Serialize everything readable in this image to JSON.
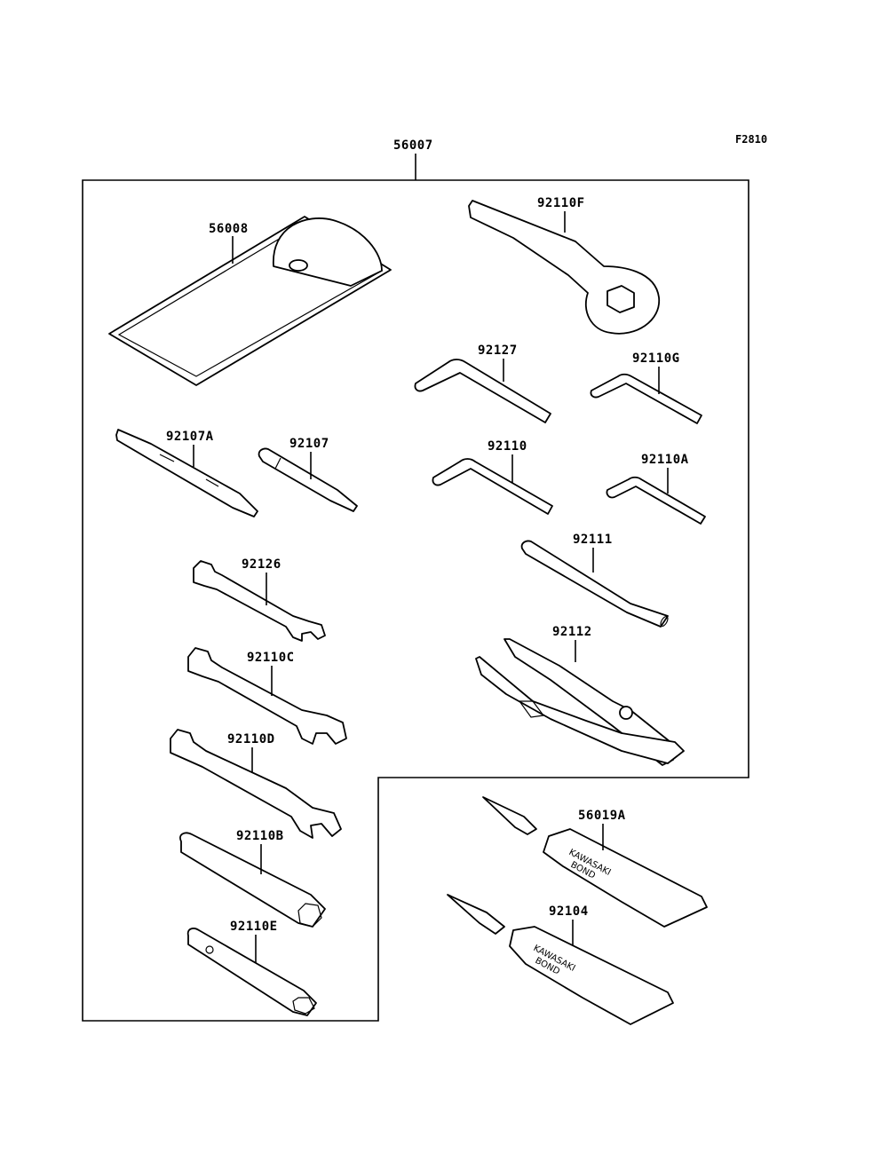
{
  "diagram_code": "F2810",
  "kit": {
    "part_number": "56007"
  },
  "parts": [
    {
      "key": "p56008",
      "part_number": "56008"
    },
    {
      "key": "p92110F",
      "part_number": "92110F"
    },
    {
      "key": "p92127",
      "part_number": "92127"
    },
    {
      "key": "p92110G",
      "part_number": "92110G"
    },
    {
      "key": "p92107A",
      "part_number": "92107A"
    },
    {
      "key": "p92107",
      "part_number": "92107"
    },
    {
      "key": "p92110",
      "part_number": "92110"
    },
    {
      "key": "p92110A",
      "part_number": "92110A"
    },
    {
      "key": "p92111",
      "part_number": "92111"
    },
    {
      "key": "p92126",
      "part_number": "92126"
    },
    {
      "key": "p92112",
      "part_number": "92112"
    },
    {
      "key": "p92110C",
      "part_number": "92110C"
    },
    {
      "key": "p92110D",
      "part_number": "92110D"
    },
    {
      "key": "p56019A",
      "part_number": "56019A"
    },
    {
      "key": "p92110B",
      "part_number": "92110B"
    },
    {
      "key": "p92104",
      "part_number": "92104"
    },
    {
      "key": "p92110E",
      "part_number": "92110E"
    }
  ],
  "tube_text": {
    "brand": "KAWASAKI",
    "product": "BOND"
  }
}
